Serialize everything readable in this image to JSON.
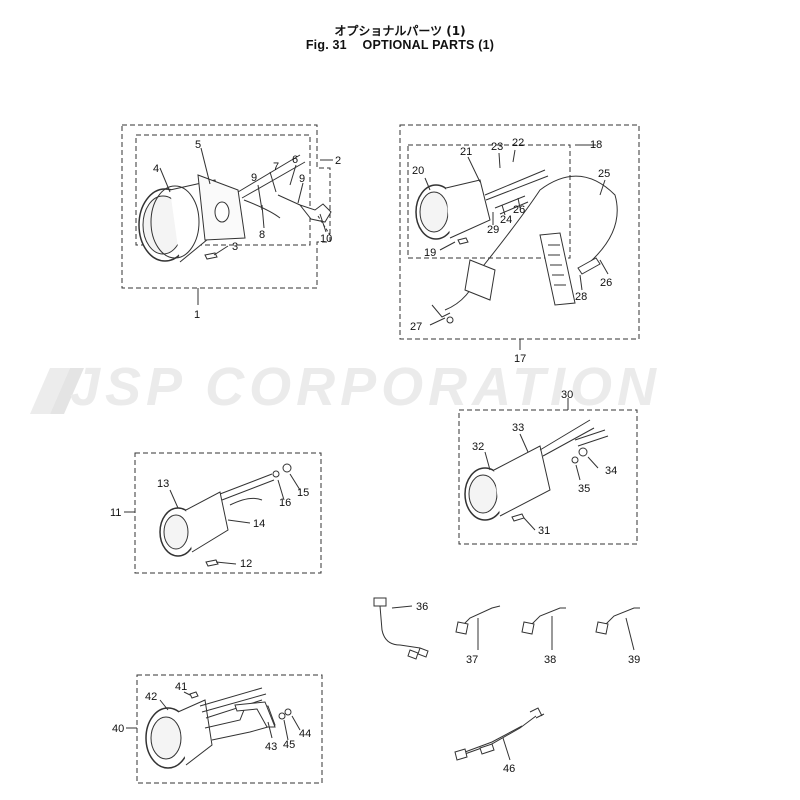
{
  "header": {
    "title_jp": "オプショナルパーツ (1)",
    "fig_label": "Fig. 31",
    "title_en": "OPTIONAL PARTS (1)"
  },
  "watermark": {
    "text": "JSP CORPORATION"
  },
  "callouts": [
    "1",
    "2",
    "3",
    "4",
    "5",
    "6",
    "7",
    "8",
    "9",
    "9",
    "10",
    "11",
    "12",
    "13",
    "14",
    "15",
    "16",
    "17",
    "18",
    "19",
    "20",
    "21",
    "22",
    "23",
    "24",
    "25",
    "26",
    "26",
    "27",
    "28",
    "29",
    "30",
    "31",
    "32",
    "33",
    "34",
    "35",
    "36",
    "37",
    "38",
    "39",
    "40",
    "41",
    "42",
    "43",
    "44",
    "45",
    "46"
  ]
}
